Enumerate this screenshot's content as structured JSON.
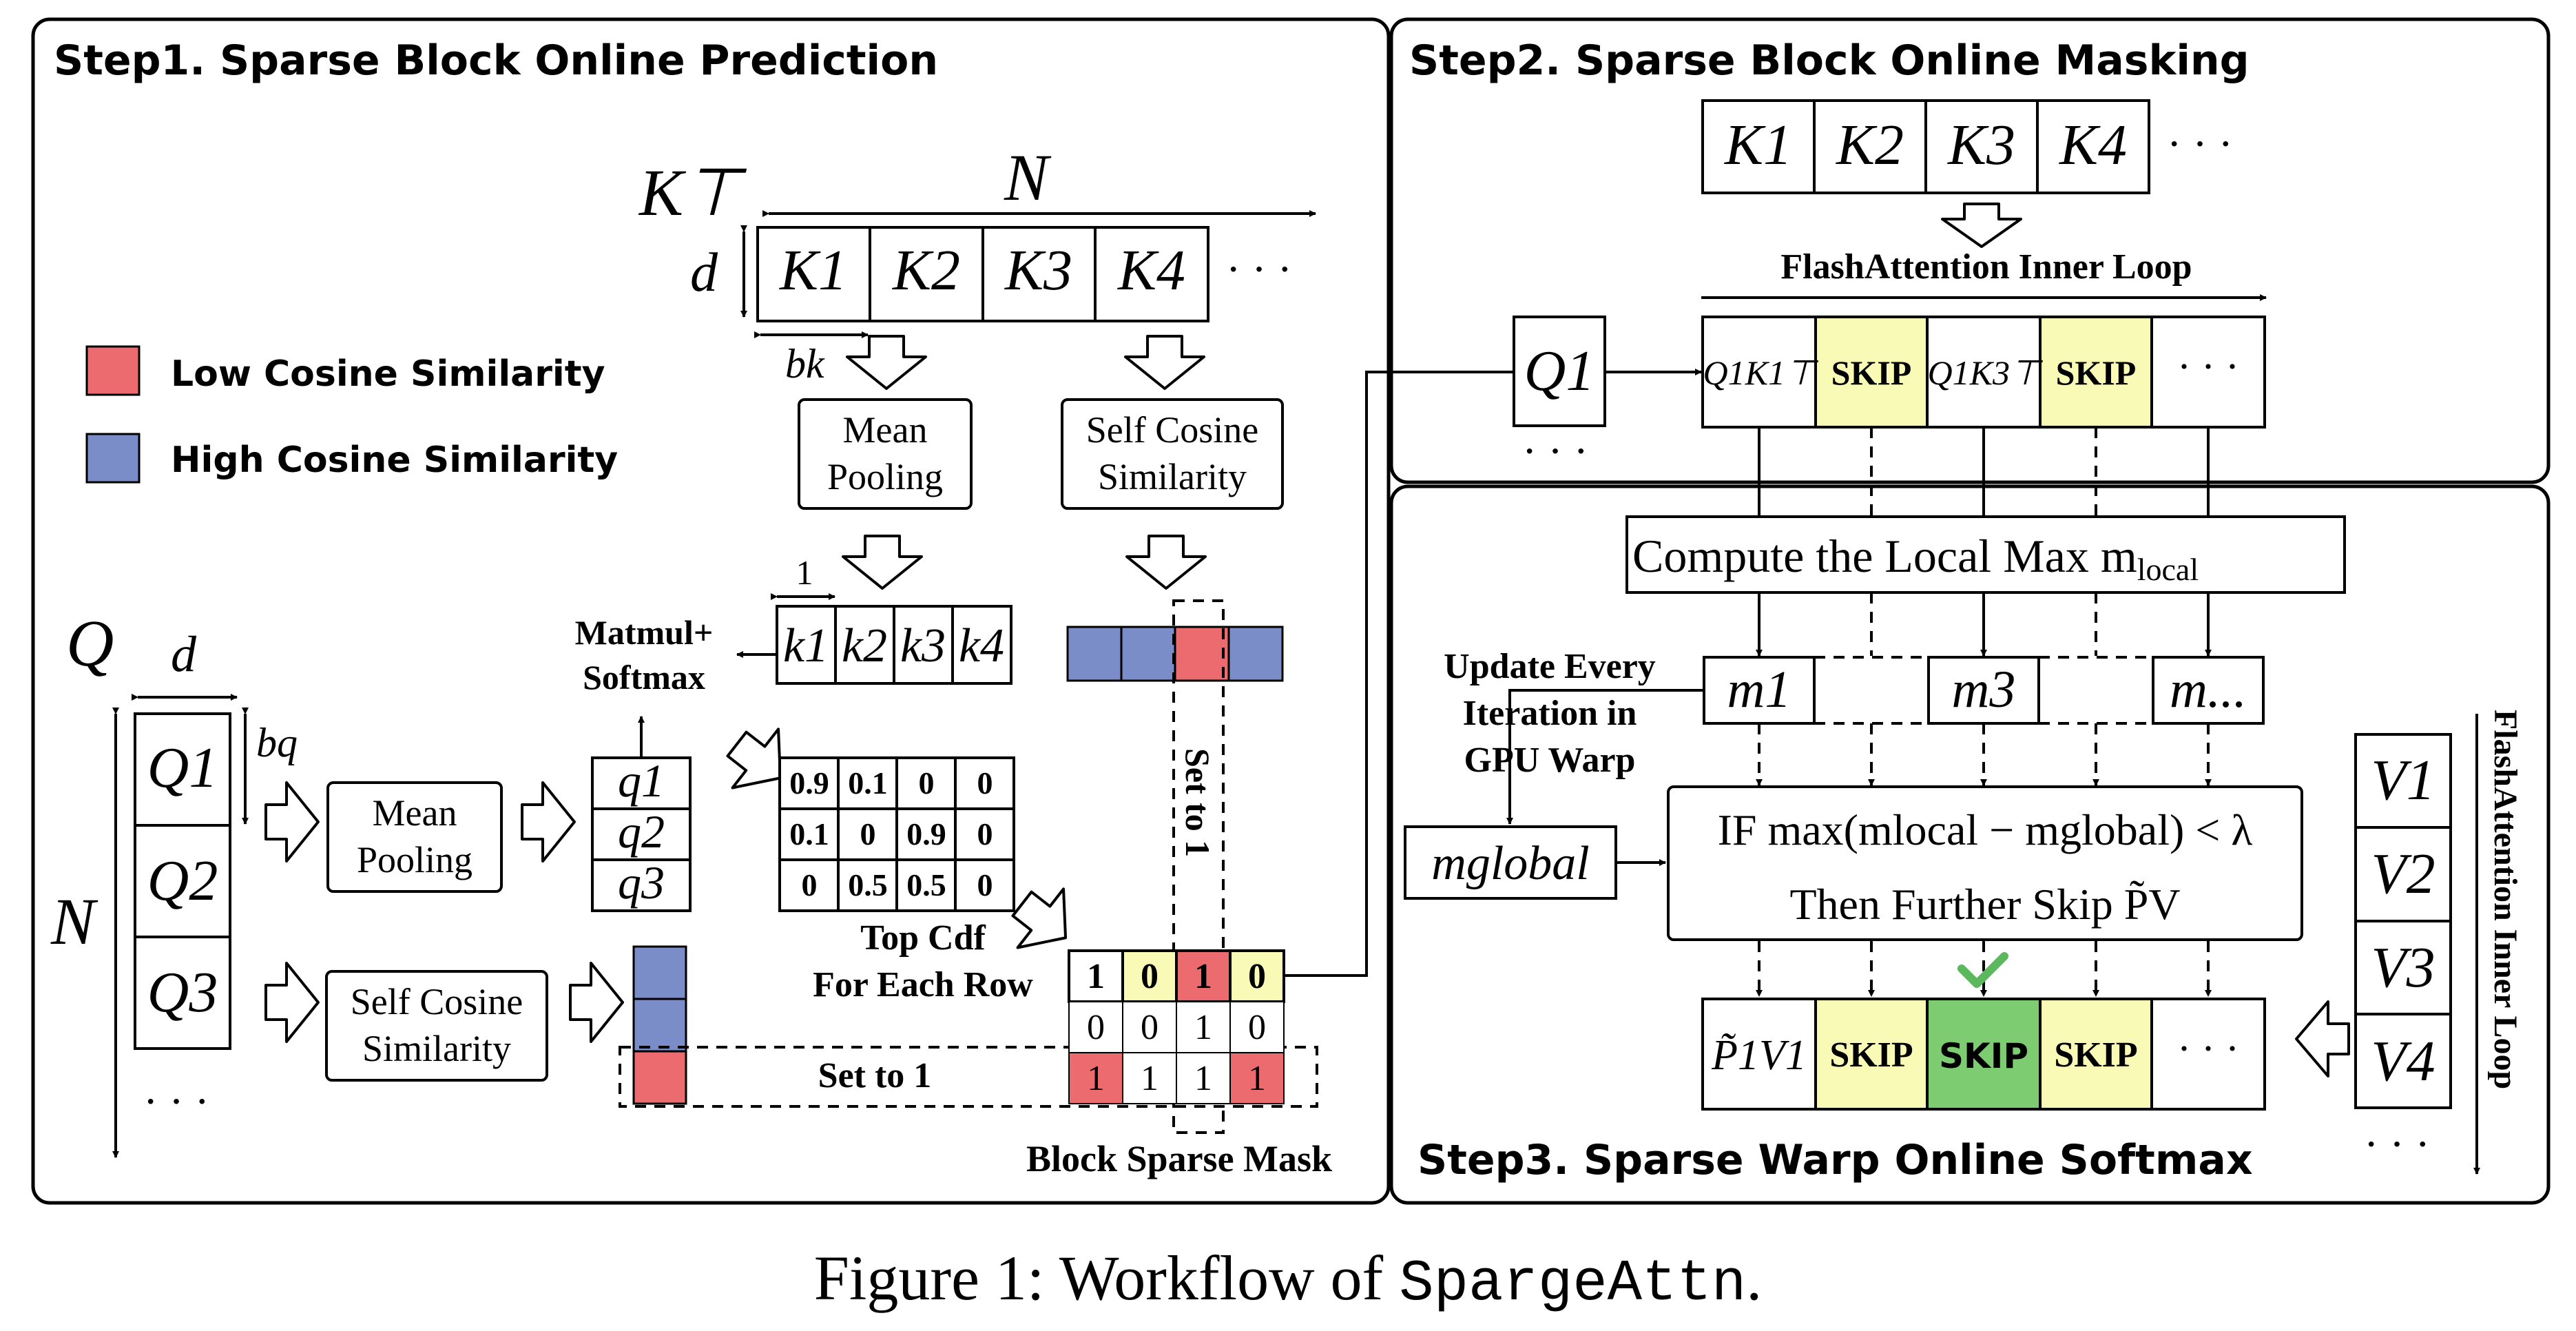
{
  "step1": {
    "title": "Step1. Sparse Block Online Prediction",
    "legend_low": "Low  Cosine Similarity",
    "legend_high": "High Cosine Similarity",
    "kt_label": "K⊤",
    "n_label": "N",
    "d_label": "d",
    "bk_label": "bk",
    "k_blocks": [
      "K1",
      "K2",
      "K3",
      "K4"
    ],
    "ellipsis": "· · ·",
    "mean_pooling": [
      "Mean",
      "Pooling"
    ],
    "self_cosine": [
      "Self Cosine",
      "Similarity"
    ],
    "one_label": "1",
    "small_k": [
      "k1",
      "k2",
      "k3",
      "k4"
    ],
    "matmul": [
      "Matmul+",
      "Softmax"
    ],
    "q_label": "Q",
    "bq_label": "bq",
    "q_blocks": [
      "Q1",
      "Q2",
      "Q3"
    ],
    "small_q": [
      "q1",
      "q2",
      "q3"
    ],
    "prob_matrix": [
      [
        "0.9",
        "0.1",
        "0",
        "0"
      ],
      [
        "0.1",
        "0",
        "0.9",
        "0"
      ],
      [
        "0",
        "0.5",
        "0.5",
        "0"
      ]
    ],
    "top_cdf": [
      "Top Cdf",
      "For Each Row"
    ],
    "mask_rows": [
      [
        "1",
        "0",
        "1",
        "0"
      ],
      [
        "0",
        "0",
        "1",
        "0"
      ],
      [
        "1",
        "1",
        "1",
        "1"
      ]
    ],
    "set_to_1_vertical": "Set to 1",
    "set_to_1_horizontal": "Set to 1",
    "block_sparse_mask": "Block Sparse Mask"
  },
  "step2": {
    "title": "Step2. Sparse Block Online Masking",
    "k_blocks": [
      "K1",
      "K2",
      "K3",
      "K4"
    ],
    "inner_loop": "FlashAttention Inner Loop",
    "q1": "Q1",
    "row_cells": [
      "Q1K1⊤",
      "SKIP",
      "Q1K3⊤",
      "SKIP",
      "· · ·"
    ]
  },
  "step3": {
    "title": "Step3. Sparse Warp Online Softmax",
    "local_max": "Compute the Local Max m",
    "local_sub": "local",
    "update_note": [
      "Update Every",
      "Iteration in",
      "GPU Warp"
    ],
    "m_cells": [
      "m1",
      "m3",
      "m..."
    ],
    "m_global": "mglobal",
    "if_line": "IF  max(mlocal − mglobal) < λ",
    "then_line": "Then Further Skip P̃V",
    "pv_cells": [
      "P̃1V1",
      "SKIP",
      "SKIP",
      "SKIP",
      "· · ·"
    ],
    "v_blocks": [
      "V1",
      "V2",
      "V3",
      "V4"
    ],
    "inner_loop_vertical": "FlashAttention Inner Loop"
  },
  "caption": {
    "prefix": "Figure 1: Workflow of ",
    "code": "SpargeAttn",
    "suffix": "."
  },
  "colors": {
    "red": "#eb6b6f",
    "blue": "#7b8dc9",
    "yellow": "#fafab7",
    "green": "#7dcc72"
  }
}
